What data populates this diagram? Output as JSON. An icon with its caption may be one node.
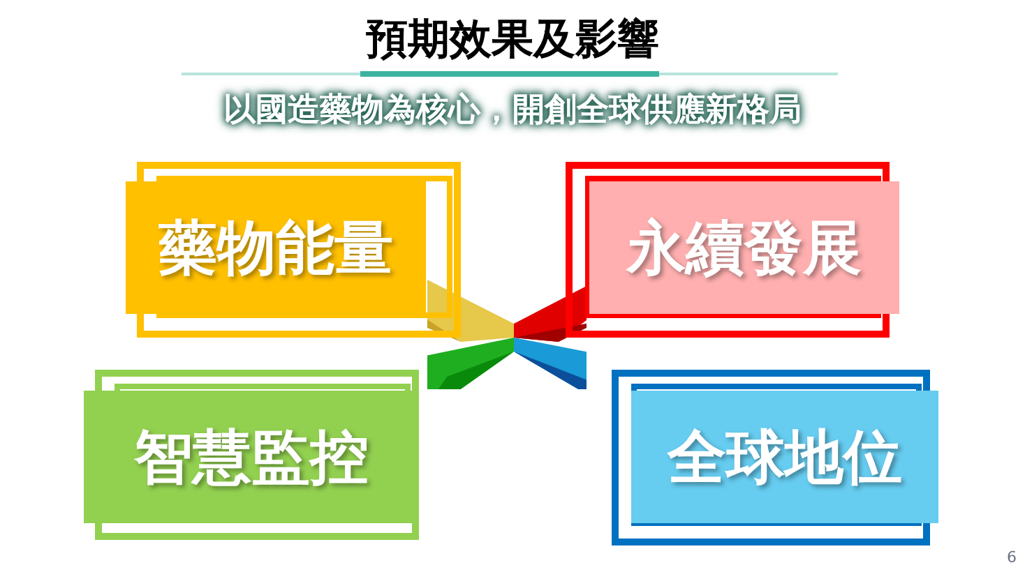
{
  "diagram": {
    "title": "預期效果及影響",
    "nodes": [
      {
        "text": [
          "藥物能量"
        ]
      },
      {
        "text": [
          "永續發展"
        ]
      },
      {
        "text": [
          "智慧監控"
        ]
      },
      {
        "text": [
          "全球地位"
        ]
      }
    ],
    "labels": [
      "以國造藥物為核心，開創全球供應新格局",
      "6"
    ]
  }
}
